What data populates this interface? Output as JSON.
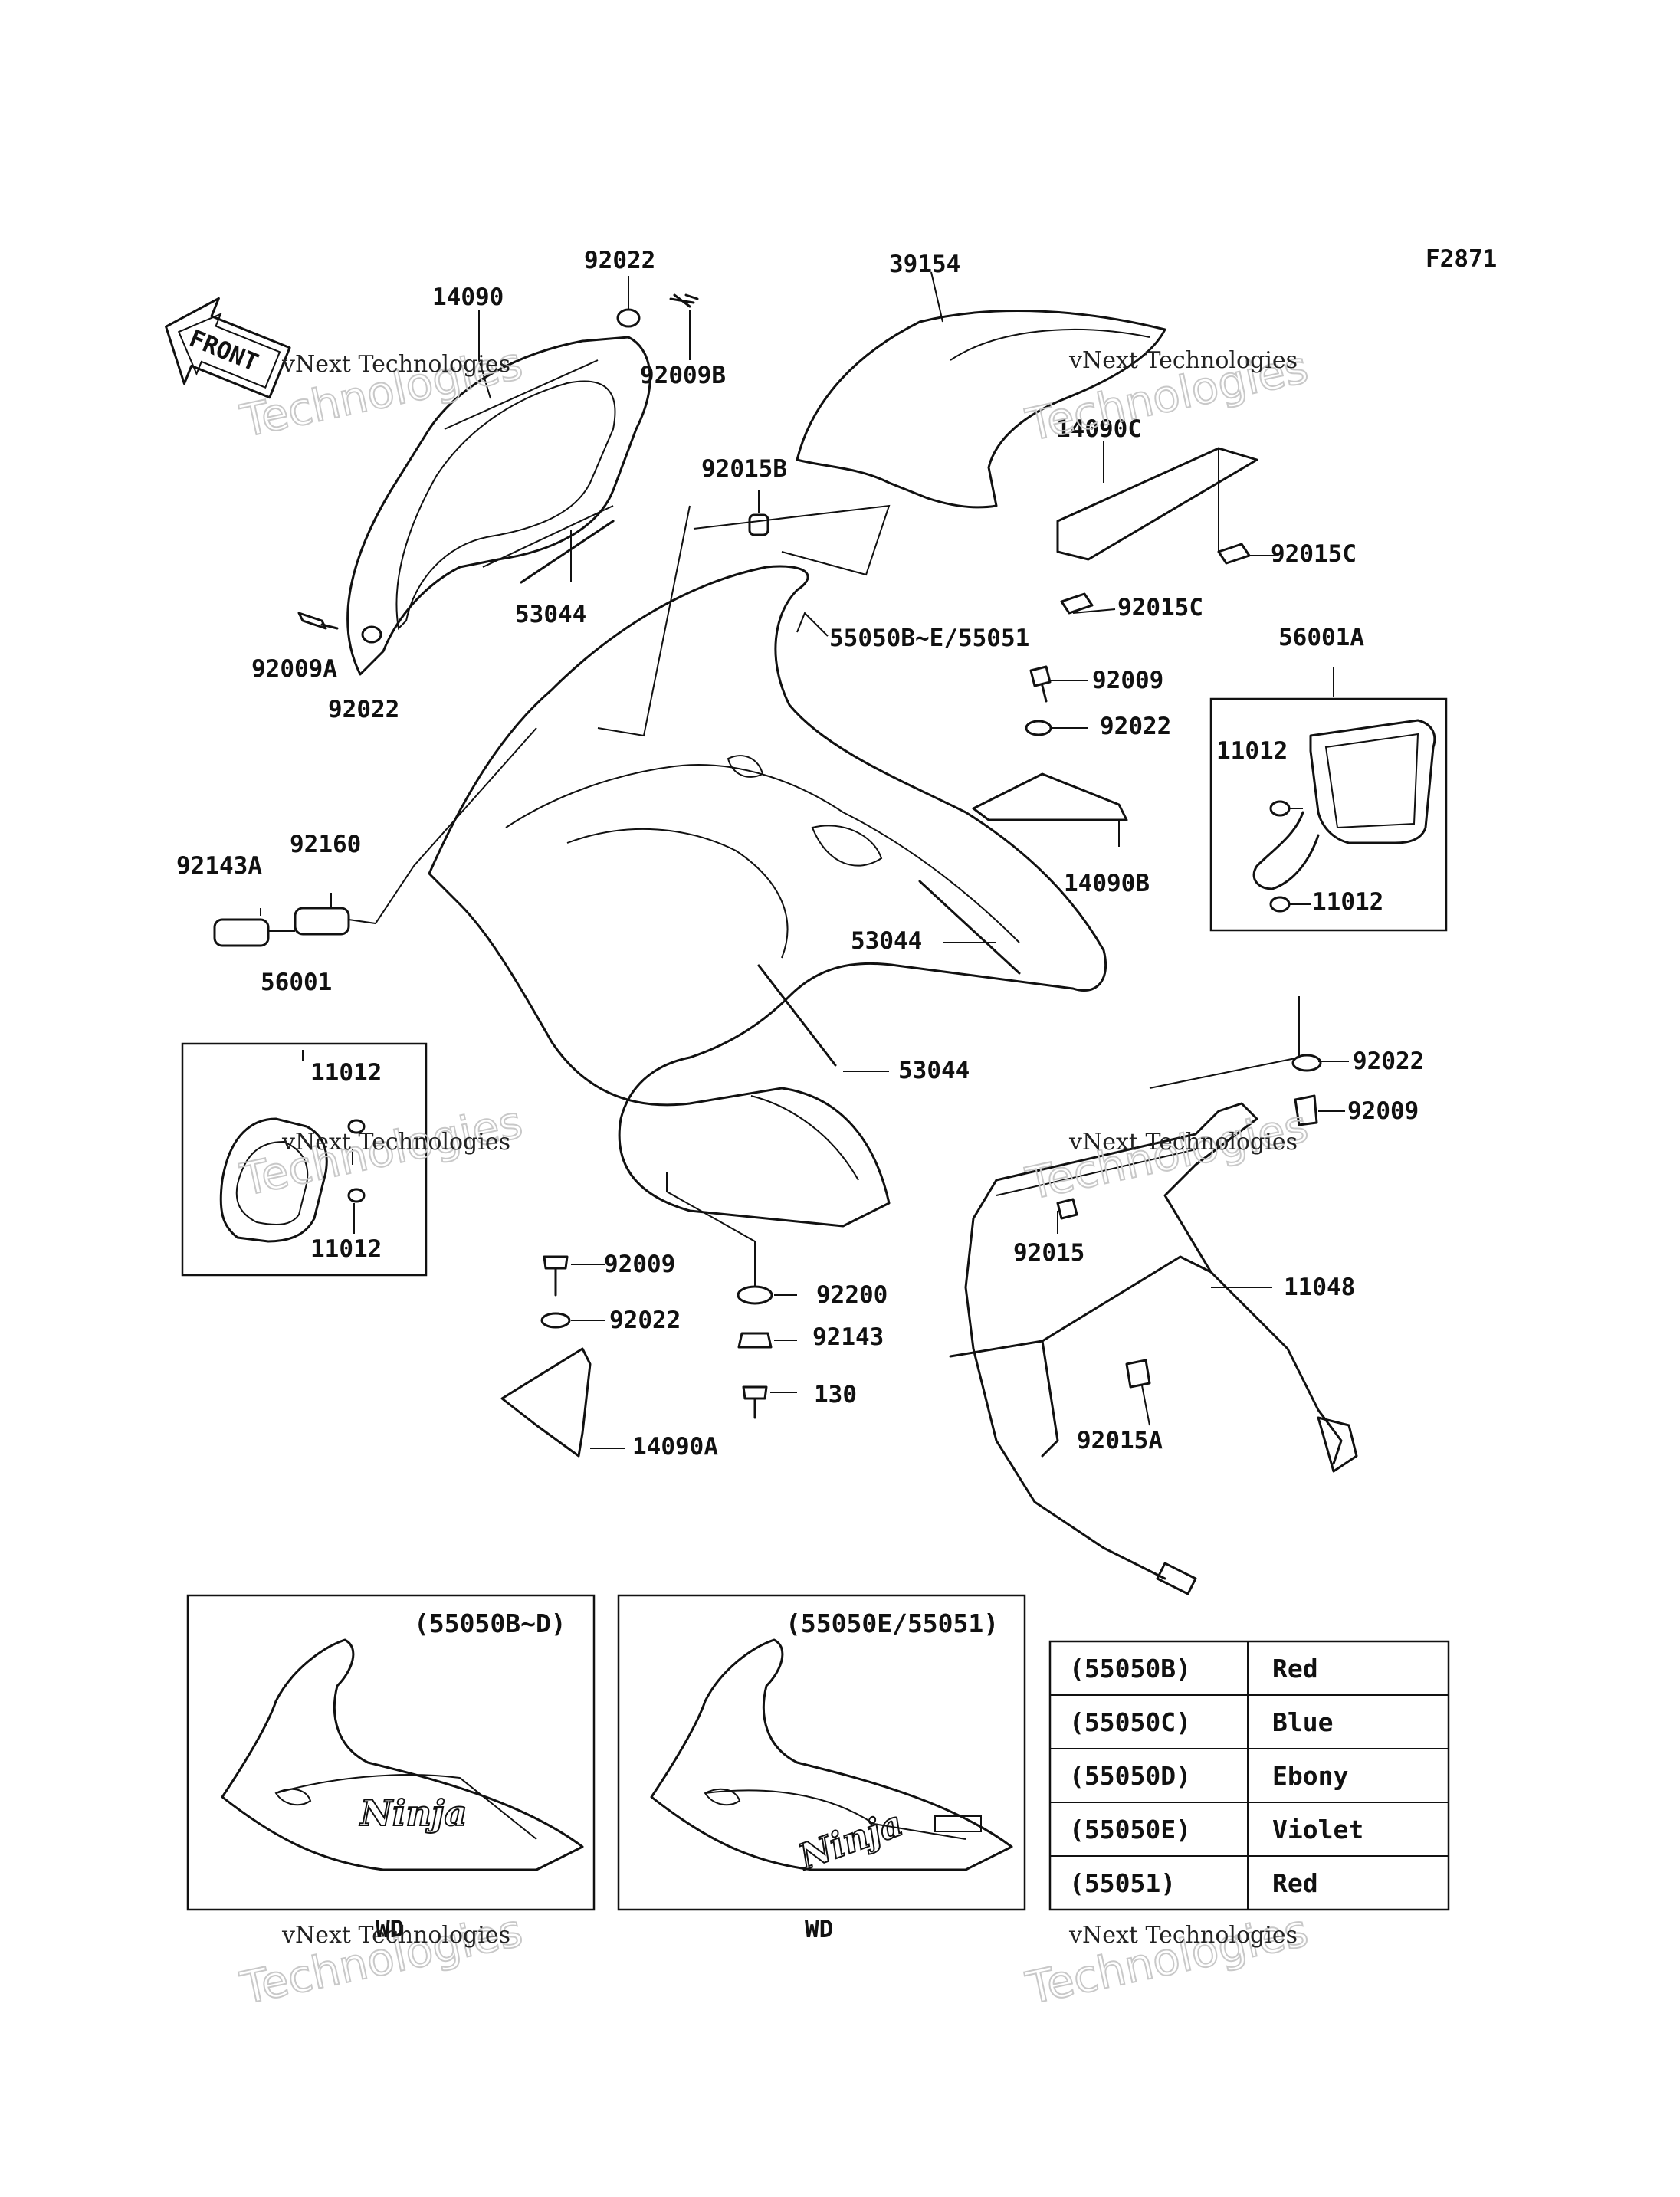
{
  "figure_code": "F2871",
  "front_arrow": "FRONT",
  "watermark": {
    "line1": "vNext Technologies",
    "line2": "Technologies"
  },
  "parts": [
    {
      "key": "p92022_top",
      "text": "92022"
    },
    {
      "key": "p39154",
      "text": "39154"
    },
    {
      "key": "p14090",
      "text": "14090"
    },
    {
      "key": "p92009B",
      "text": "92009B"
    },
    {
      "key": "p92015B",
      "text": "92015B"
    },
    {
      "key": "p14090C",
      "text": "14090C"
    },
    {
      "key": "p92015C_a",
      "text": "92015C"
    },
    {
      "key": "p92015C_b",
      "text": "92015C"
    },
    {
      "key": "p53044_a",
      "text": "53044"
    },
    {
      "key": "p55050",
      "text": "55050B~E/55051"
    },
    {
      "key": "p92009A",
      "text": "92009A"
    },
    {
      "key": "p92022_a",
      "text": "92022"
    },
    {
      "key": "p92009_a",
      "text": "92009"
    },
    {
      "key": "p92022_b",
      "text": "92022"
    },
    {
      "key": "p56001A",
      "text": "56001A"
    },
    {
      "key": "p11012_a",
      "text": "11012"
    },
    {
      "key": "p11012_b",
      "text": "11012"
    },
    {
      "key": "p14090B",
      "text": "14090B"
    },
    {
      "key": "p92160",
      "text": "92160"
    },
    {
      "key": "p92143A",
      "text": "92143A"
    },
    {
      "key": "p53044_b",
      "text": "53044"
    },
    {
      "key": "p56001",
      "text": "56001"
    },
    {
      "key": "p11012_c",
      "text": "11012"
    },
    {
      "key": "p53044_c",
      "text": "53044"
    },
    {
      "key": "p92022_c",
      "text": "92022"
    },
    {
      "key": "p92009_b",
      "text": "92009"
    },
    {
      "key": "p11012_d",
      "text": "11012"
    },
    {
      "key": "p92015",
      "text": "92015"
    },
    {
      "key": "p11048",
      "text": "11048"
    },
    {
      "key": "p92009_c",
      "text": "92009"
    },
    {
      "key": "p92200",
      "text": "92200"
    },
    {
      "key": "p92022_d",
      "text": "92022"
    },
    {
      "key": "p92143",
      "text": "92143"
    },
    {
      "key": "p130",
      "text": "130"
    },
    {
      "key": "p92015A",
      "text": "92015A"
    },
    {
      "key": "p14090A",
      "text": "14090A"
    }
  ],
  "insets": [
    {
      "title": "(55050B~D)",
      "logo": "Ninja",
      "caption": "WD"
    },
    {
      "title": "(55050E/55051)",
      "logo": "Ninja",
      "caption": "WD"
    }
  ],
  "color_table": [
    {
      "code": "(55050B)",
      "color": "Red"
    },
    {
      "code": "(55050C)",
      "color": "Blue"
    },
    {
      "code": "(55050D)",
      "color": "Ebony"
    },
    {
      "code": "(55050E)",
      "color": "Violet"
    },
    {
      "code": "(55051)",
      "color": "Red"
    }
  ]
}
